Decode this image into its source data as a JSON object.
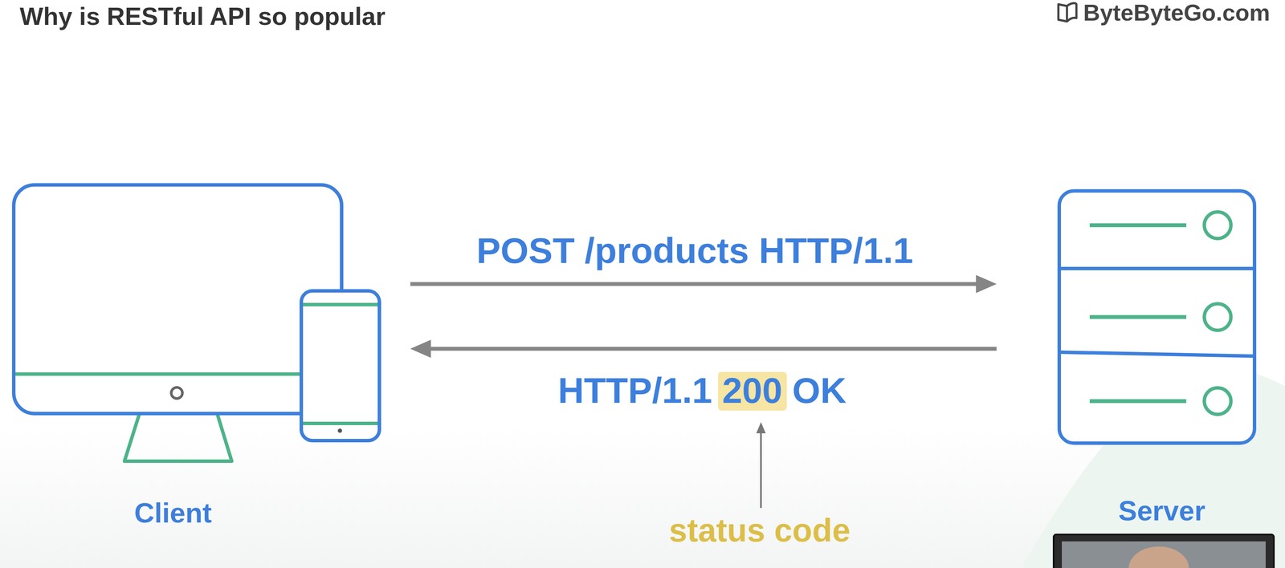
{
  "diagram": {
    "title": "Why is RESTful API so popular",
    "nodes": [
      {
        "text": [
          "Client"
        ]
      },
      {
        "text": [
          "Server"
        ]
      }
    ],
    "edges": [
      {
        "from": 0,
        "to": 1,
        "label": "POST /products HTTP/1.1",
        "arrow": "to"
      },
      {
        "from": 1,
        "to": 0,
        "label": "HTTP/1.1 200 OK",
        "arrow": "to"
      }
    ],
    "labels": [
      "ByteByteGo.com",
      "status code"
    ]
  }
}
